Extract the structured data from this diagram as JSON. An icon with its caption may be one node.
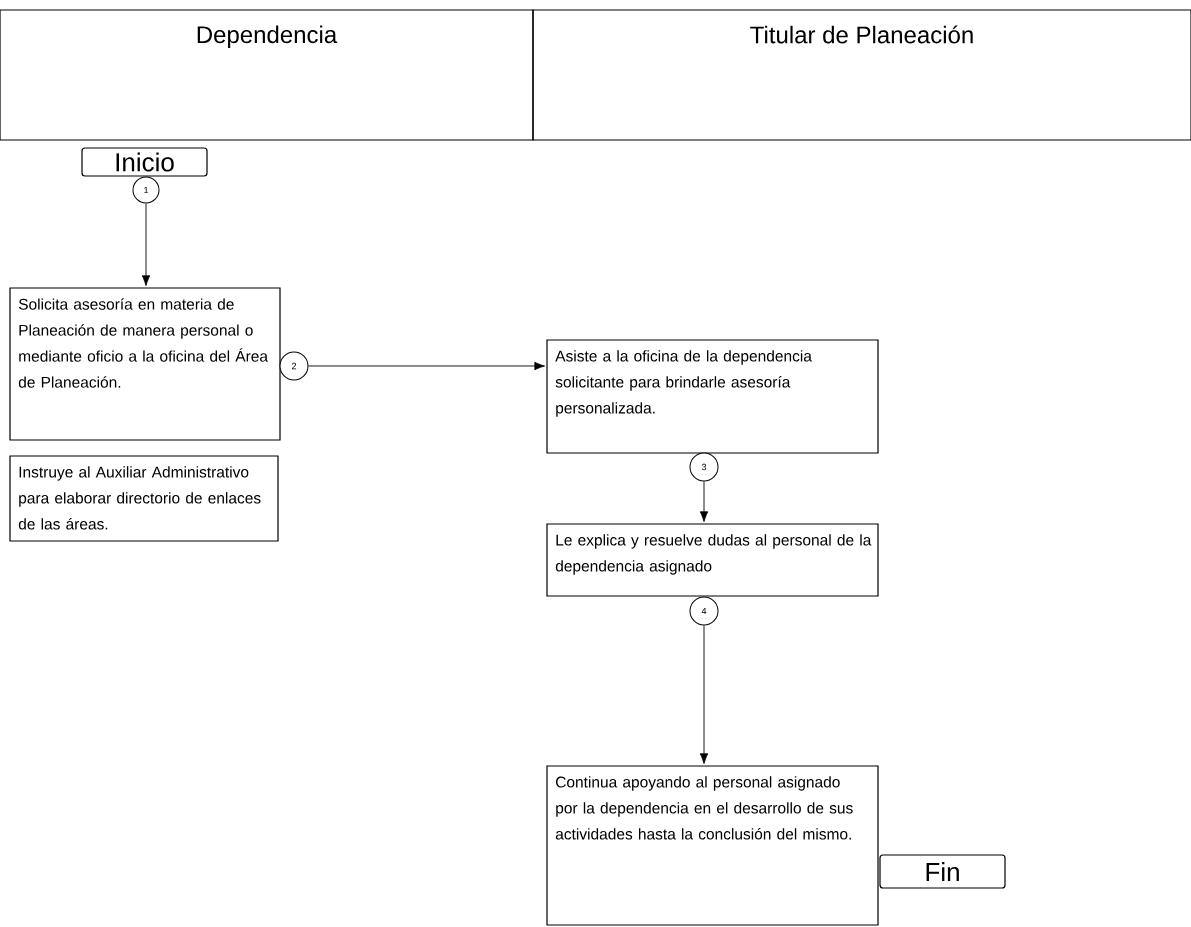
{
  "diagram": {
    "nodes": [
      {
        "text": [
          "Dependencia"
        ]
      },
      {
        "text": [
          "Titular de Planeación"
        ]
      },
      {
        "text": [
          "Inicio"
        ]
      },
      {
        "text": [
          "1"
        ]
      },
      {
        "text": [
          "Solicita asesoría en materia de Planeación de manera personal o mediante oficio a la oficina del Área de Planeación."
        ]
      },
      {
        "text": [
          "2"
        ]
      },
      {
        "text": [
          "Asiste a la oficina de la dependencia solicitante para brindarle asesoría personalizada."
        ]
      },
      {
        "text": [
          "3"
        ]
      },
      {
        "text": [
          "Instruye al Auxiliar Administrativo para elaborar directorio de enlaces de las áreas."
        ]
      },
      {
        "text": [
          "Le explica y resuelve dudas al personal de la dependencia asignado"
        ]
      },
      {
        "text": [
          "4"
        ]
      },
      {
        "text": [
          "Continua apoyando al personal asignado por la dependencia en el desarrollo de sus actividades hasta la conclusión del mismo."
        ]
      },
      {
        "text": [
          "Fin"
        ]
      }
    ],
    "edges": [
      {
        "from": 3,
        "to": 4,
        "arrow": "to"
      },
      {
        "from": 5,
        "to": 6,
        "arrow": "to"
      },
      {
        "from": 7,
        "to": 9,
        "arrow": "to"
      },
      {
        "from": 10,
        "to": 11,
        "arrow": "to"
      }
    ]
  }
}
